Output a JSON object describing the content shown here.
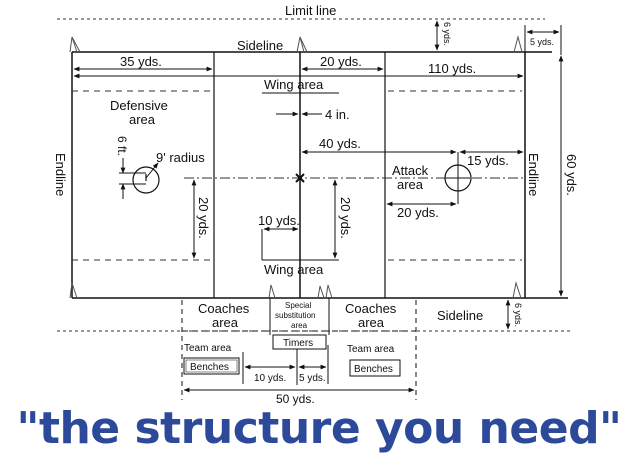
{
  "diagram": {
    "title_labels": {
      "limit_line": "Limit line",
      "sideline_top": "Sideline",
      "sideline_bottom": "Sideline",
      "endline_left": "Endline",
      "endline_right": "Endline"
    },
    "areas": {
      "defensive_line1": "Defensive",
      "defensive_line2": "area",
      "attack_line1": "Attack",
      "attack_line2": "area",
      "wing_top": "Wing area",
      "wing_bottom": "Wing area",
      "coaches_left_line1": "Coaches",
      "coaches_left_line2": "area",
      "coaches_right_line1": "Coaches",
      "coaches_right_line2": "area",
      "special_line1": "Special",
      "special_line2": "substitution",
      "special_line3": "area",
      "timers": "Timers",
      "team_area_left": "Team area",
      "team_area_right": "Team area",
      "benches_left": "Benches",
      "benches_right": "Benches"
    },
    "dimensions": {
      "d35": "35 yds.",
      "d20_top": "20 yds.",
      "d110": "110 yds.",
      "d6_top": "6 yds.",
      "d5": "5 yds.",
      "d4in": "4 in.",
      "d40": "40 yds.",
      "d15": "15 yds.",
      "d60": "60 yds.",
      "d6ft": "6 ft.",
      "radius": "9' radius",
      "d20_left_vert": "20 yds.",
      "d20_center_vert": "20 yds.",
      "d10_wing": "10 yds.",
      "d20_attack": "20 yds.",
      "d6_bottom": "6 yds.",
      "d10_bench": "10 yds.",
      "d5_bench": "5 yds.",
      "d50": "50 yds."
    }
  },
  "slogan": "\"the structure you need\"",
  "colors": {
    "line": "#111111",
    "slogan": "#2d4a9a"
  }
}
